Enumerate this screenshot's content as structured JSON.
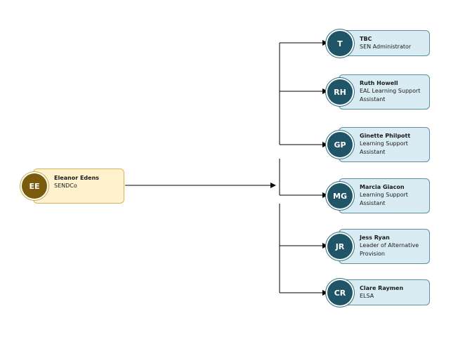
{
  "colors": {
    "manager_fill": "#fff2cc",
    "manager_border": "#d6b656",
    "manager_avatar": "#7a5c0c",
    "report_fill": "#d9ecf3",
    "report_border": "#5f8fa0",
    "report_avatar": "#1f5566",
    "connector": "#000000"
  },
  "manager": {
    "initials": "EE",
    "name": "Eleanor Edens",
    "role": "SENDCo"
  },
  "reports": [
    {
      "initials": "T",
      "name": "TBC",
      "role": "SEN Administrator"
    },
    {
      "initials": "RH",
      "name": "Ruth Howell",
      "role": "EAL Learning Support Assistant"
    },
    {
      "initials": "GP",
      "name": "Ginette Philpott",
      "role": "Learning Support Assistant"
    },
    {
      "initials": "MG",
      "name": "Marcia Giacon",
      "role": "Learning Support Assistant"
    },
    {
      "initials": "JR",
      "name": "Jess Ryan",
      "role": "Leader of Alternative Provision"
    },
    {
      "initials": "CR",
      "name": "Clare Raymen",
      "role": "ELSA"
    }
  ]
}
